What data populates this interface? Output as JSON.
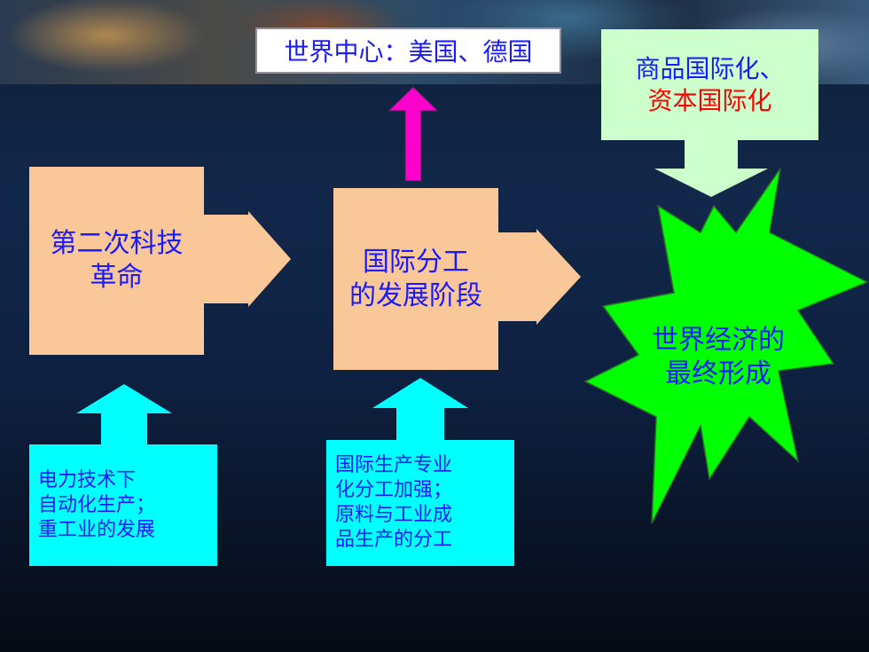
{
  "top_center_label": "世界中心：美国、德国",
  "top_right_box": {
    "line1": "商品国际化、",
    "line2": "资本国际化"
  },
  "box_tech_revolution": "第二次科技\n革命",
  "box_division_stage": "国际分工\n的发展阶段",
  "star_label": "世界经济的\n最终形成",
  "box_left_detail": "电力技术下\n自动化生产；\n重工业的发展",
  "box_center_detail": "国际生产专业\n化分工加强；\n原料与工业成\n品生产的分工",
  "colors": {
    "peach": "#fac898",
    "cyan": "#00ffff",
    "magenta": "#ff00cc",
    "green": "#00ff00",
    "mint": "#ccffcc",
    "text_blue": "#1a1aff",
    "text_red": "#ff0000"
  }
}
